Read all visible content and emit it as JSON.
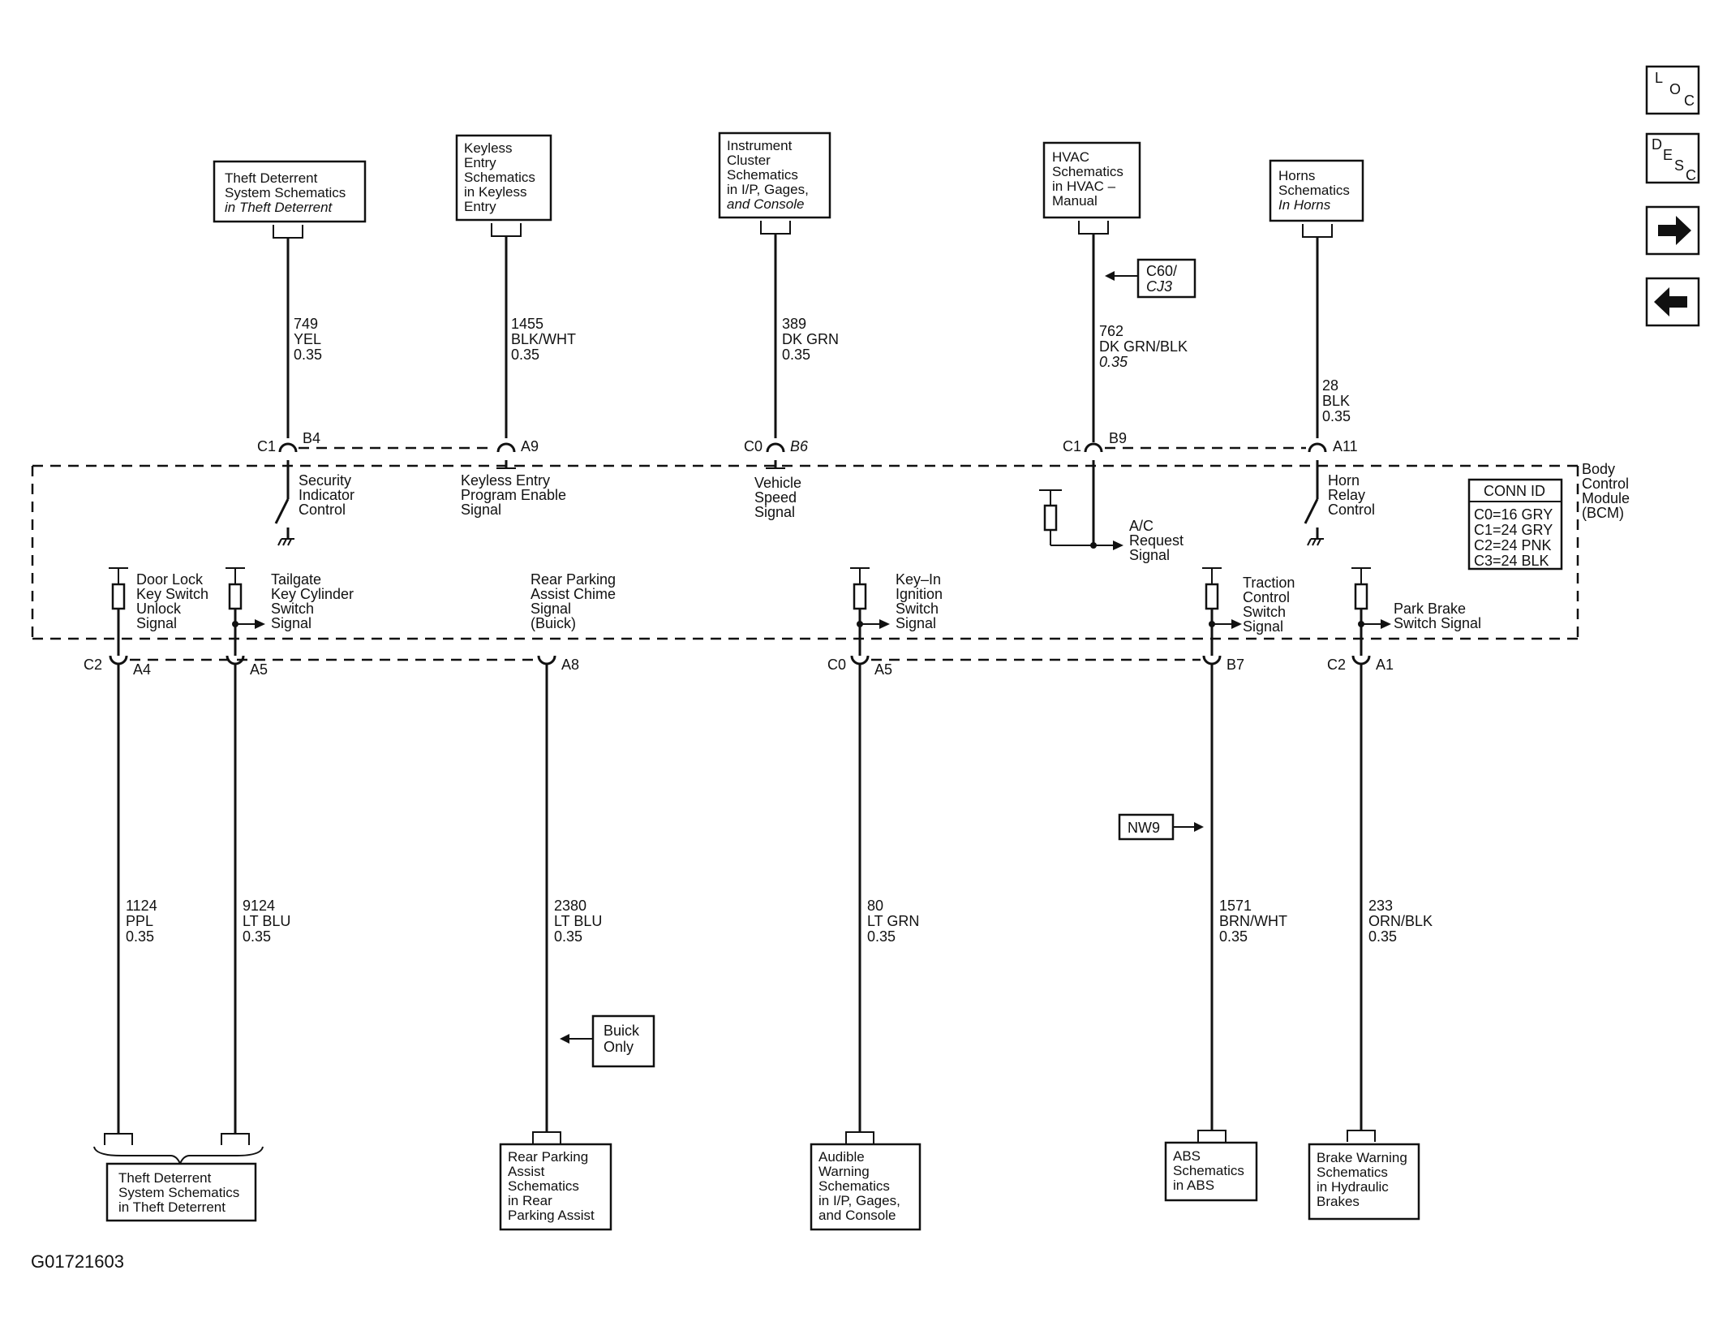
{
  "nav": {
    "loc": [
      "L",
      "O",
      "C"
    ],
    "desc": [
      "D",
      "E",
      "S",
      "C"
    ],
    "next_icon": "right-arrow-icon",
    "prev_icon": "left-arrow-icon"
  },
  "top_targets": [
    {
      "id": "t1",
      "lines": [
        "Theft Deterrent",
        "System Schematics",
        "in Theft Deterrent"
      ]
    },
    {
      "id": "t2",
      "lines": [
        "Keyless",
        "Entry",
        "Schematics",
        "in Keyless",
        "Entry"
      ]
    },
    {
      "id": "t3",
      "lines": [
        "Instrument",
        "Cluster",
        "Schematics",
        "in I/P, Gages,",
        "and Console"
      ]
    },
    {
      "id": "t4",
      "lines": [
        "HVAC",
        "Schematics",
        "in HVAC –",
        "Manual"
      ]
    },
    {
      "id": "t5",
      "lines": [
        "Horns",
        "Schematics",
        "In Horns"
      ]
    }
  ],
  "top_wires": [
    {
      "circuit": "749",
      "color": "YEL",
      "size": "0.35"
    },
    {
      "circuit": "1455",
      "color": "BLK/WHT",
      "size": "0.35"
    },
    {
      "circuit": "389",
      "color": "DK GRN",
      "size": "0.35"
    },
    {
      "circuit": "762",
      "color": "DK GRN/BLK",
      "size": "0.35"
    },
    {
      "circuit": "28",
      "color": "BLK",
      "size": "0.35"
    }
  ],
  "top_pins": [
    {
      "conn": "C1",
      "pin": "B4"
    },
    {
      "conn": "",
      "pin": "A9"
    },
    {
      "conn": "C0",
      "pin": "B6"
    },
    {
      "conn": "C1",
      "pin": "B9"
    },
    {
      "conn": "",
      "pin": "A11"
    }
  ],
  "option_tags": {
    "c60": [
      "C60/",
      "CJ3"
    ],
    "nw9": "NW9",
    "buick": [
      "Buick",
      "Only"
    ]
  },
  "module": {
    "name": [
      "Body",
      "Control",
      "Module",
      "(BCM)"
    ]
  },
  "conn_id": {
    "title": "CONN ID",
    "rows": [
      "C0=16 GRY",
      "C1=24 GRY",
      "C2=24 PNK",
      "C3=24 BLK"
    ]
  },
  "top_functions": [
    [
      "Security",
      "Indicator",
      "Control"
    ],
    [
      "Keyless Entry",
      "Program Enable",
      "Signal"
    ],
    [
      "Vehicle",
      "Speed",
      "Signal"
    ],
    [
      "A/C",
      "Request",
      "Signal"
    ],
    [
      "Horn",
      "Relay",
      "Control"
    ]
  ],
  "bottom_functions": [
    [
      "Door Lock",
      "Key Switch",
      "Unlock",
      "Signal"
    ],
    [
      "Tailgate",
      "Key Cylinder",
      "Switch",
      "Signal"
    ],
    [
      "Rear Parking",
      "Assist  Chime",
      "Signal",
      "(Buick)"
    ],
    [
      "Key–In",
      "Ignition",
      "Switch",
      "Signal"
    ],
    [
      "Traction",
      "Control",
      "Switch",
      "Signal"
    ],
    [
      "Park Brake",
      "Switch Signal"
    ]
  ],
  "bottom_pins": [
    {
      "conn": "C2",
      "pin": "A4"
    },
    {
      "conn": "",
      "pin": "A5"
    },
    {
      "conn": "",
      "pin": "A8"
    },
    {
      "conn": "C0",
      "pin": "A5"
    },
    {
      "conn": "",
      "pin": "B7"
    },
    {
      "conn": "C2",
      "pin": "A1"
    }
  ],
  "bottom_wires": [
    {
      "circuit": "1124",
      "color": "PPL",
      "size": "0.35"
    },
    {
      "circuit": "9124",
      "color": "LT BLU",
      "size": "0.35"
    },
    {
      "circuit": "2380",
      "color": "LT BLU",
      "size": "0.35"
    },
    {
      "circuit": "80",
      "color": "LT GRN",
      "size": "0.35"
    },
    {
      "circuit": "1571",
      "color": "BRN/WHT",
      "size": "0.35"
    },
    {
      "circuit": "233",
      "color": "ORN/BLK",
      "size": "0.35"
    }
  ],
  "bottom_targets": [
    {
      "id": "b1",
      "lines": [
        "Theft Deterrent",
        "System Schematics",
        "in Theft Deterrent"
      ]
    },
    {
      "id": "b2",
      "lines": [
        "Rear Parking",
        "Assist",
        "Schematics",
        "in Rear",
        "Parking Assist"
      ]
    },
    {
      "id": "b3",
      "lines": [
        "Audible",
        "Warning",
        "Schematics",
        "in I/P, Gages,",
        "and Console"
      ]
    },
    {
      "id": "b4",
      "lines": [
        "ABS",
        "Schematics",
        "in ABS"
      ]
    },
    {
      "id": "b5",
      "lines": [
        "Brake Warning",
        "Schematics",
        "in Hydraulic",
        "Brakes"
      ]
    }
  ],
  "figure_id": "G01721603"
}
